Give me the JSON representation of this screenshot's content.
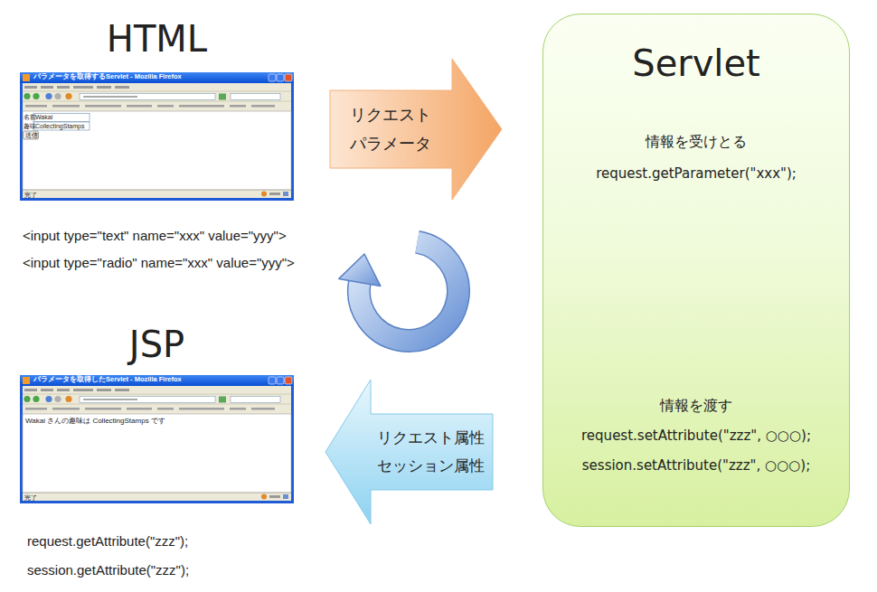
{
  "diagram": {
    "nodes": [
      {
        "text": [
          "HTML"
        ]
      },
      {
        "text": [
          "リクエスト パラメータ"
        ]
      },
      {
        "text": [
          "Servlet",
          "情報を受けとる",
          "request.getParameter(\"xxx\");",
          "情報を渡す",
          "request.setAttribute(\"zzz\", ○○○);",
          "session.setAttribute(\"zzz\", ○○○);"
        ]
      },
      {
        "text": [
          "JSP"
        ]
      },
      {
        "text": [
          "リクエスト属性 セッション属性"
        ]
      }
    ],
    "labels": [
      "<input type=\"text\" name=\"xxx\" value=\"yyy\">",
      "<input type=\"radio\" name=\"xxx\" value=\"yyy\">",
      "request.getAttribute(\"zzz\");",
      "session.getAttribute(\"zzz\");",
      "パラメータを取得するServlet - Mozilla Firefox",
      "名前",
      "Wakai",
      "趣味",
      "CollectingStamps",
      "送信",
      "完了",
      "パラメータを取得したServlet - Mozilla Firefox",
      "Wakai さんの趣味は CollectingStamps です",
      "完了"
    ]
  }
}
